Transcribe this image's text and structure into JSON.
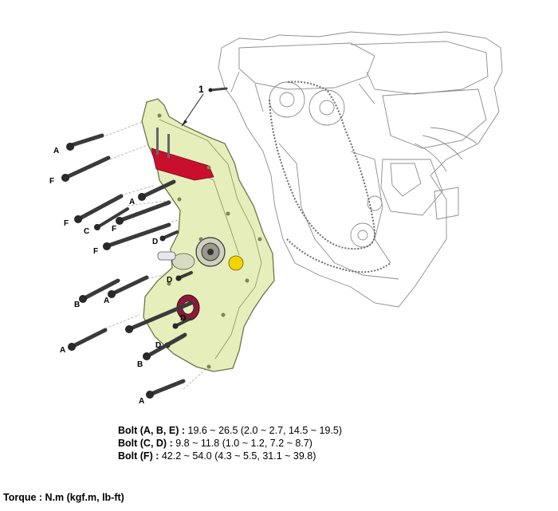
{
  "part_callout": "1",
  "bolt_labels": [
    {
      "id": "a1",
      "text": "A"
    },
    {
      "id": "f1",
      "text": "F"
    },
    {
      "id": "a2",
      "text": "A"
    },
    {
      "id": "f2",
      "text": "F"
    },
    {
      "id": "c1",
      "text": "C"
    },
    {
      "id": "f3",
      "text": "F"
    },
    {
      "id": "f4",
      "text": "F"
    },
    {
      "id": "d1",
      "text": "D"
    },
    {
      "id": "d2",
      "text": "D"
    },
    {
      "id": "b1",
      "text": "B"
    },
    {
      "id": "a3",
      "text": "A"
    },
    {
      "id": "d3",
      "text": "D"
    },
    {
      "id": "a4",
      "text": "A"
    },
    {
      "id": "d4",
      "text": "D"
    },
    {
      "id": "b2",
      "text": "B"
    },
    {
      "id": "a5",
      "text": "A"
    }
  ],
  "specs": [
    {
      "label": "Bolt (A, B, E) :",
      "value": " 19.6 ~ 26.5 (2.0 ~ 2.7, 14.5 ~ 19.5)"
    },
    {
      "label": "Bolt (C, D) :",
      "value": " 9.8 ~ 11.8 (1.0 ~ 1.2, 7.2 ~ 8.7)"
    },
    {
      "label": "Bolt (F) :",
      "value": " 42.2 ~ 54.0 (4.3 ~ 5.5, 31.1 ~ 39.8)"
    }
  ],
  "torque_note": "Torque : N.m (kgf.m, lb-ft)",
  "colors": {
    "cover": "#e6eebb",
    "cover_edge": "#6f7448",
    "gasket": "#c8102e",
    "seal": "#8b1a3a",
    "line": "#777777"
  }
}
